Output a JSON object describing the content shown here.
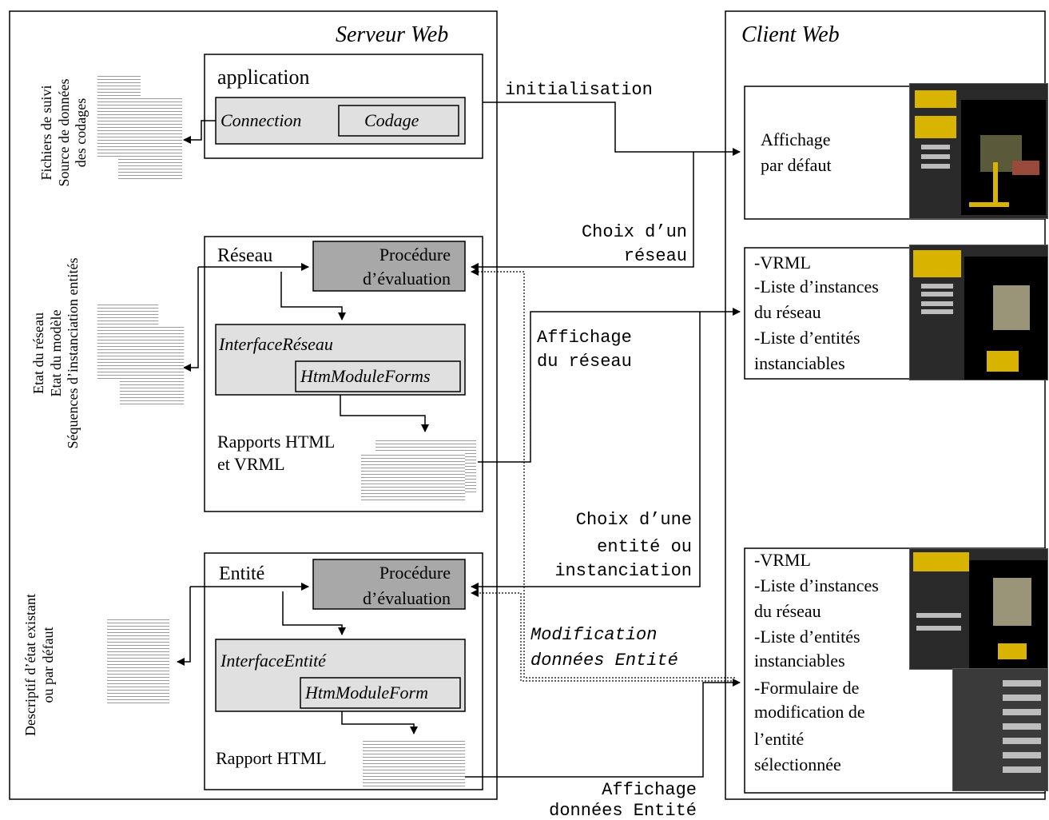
{
  "server": {
    "title": "Serveur Web",
    "application": {
      "label": "application",
      "connection": "Connection",
      "codage": "Codage"
    },
    "reseau": {
      "label": "Réseau",
      "procedure": [
        "Procédure",
        "d’évaluation"
      ],
      "interface": "InterfaceRéseau",
      "module": "HtmModuleForms",
      "reports": [
        "Rapports HTML",
        "et VRML"
      ]
    },
    "entite": {
      "label": "Entité",
      "procedure": [
        "Procédure",
        "d’évaluation"
      ],
      "interface": "InterfaceEntité",
      "module": "HtmModuleForm",
      "report": "Rapport HTML"
    }
  },
  "client": {
    "title": "Client Web",
    "box1": [
      "Affichage",
      "par défaut"
    ],
    "box2": [
      "-VRML",
      "-Liste d’instances",
      "du réseau",
      "-Liste d’entités",
      "instanciables"
    ],
    "box3": [
      "-VRML",
      "-Liste d’instances",
      "du réseau",
      "-Liste d’entités",
      "instanciables",
      "-Formulaire de",
      "modification de",
      "l’entité",
      "sélectionnée"
    ]
  },
  "side_labels": {
    "files": [
      "Fichiers de suivi",
      "Source de données",
      "des codages"
    ],
    "state": [
      "Etat du réseau",
      "Etat du modèle",
      "Séquences d’instanciation entités"
    ],
    "descriptor": [
      "Descriptif d’état existant",
      "ou par défaut"
    ]
  },
  "flows": {
    "init": "initialisation",
    "choix_reseau": [
      "Choix d’un",
      "réseau"
    ],
    "affichage_reseau": [
      "Affichage",
      "du réseau"
    ],
    "choix_entite": [
      "Choix d’une",
      "entité ou",
      "instanciation"
    ],
    "modification": [
      "Modification",
      "données Entité"
    ],
    "affichage_donnees": [
      "Affichage",
      "données Entité"
    ]
  },
  "colors": {
    "box_light": "#e0e0e0",
    "box_dark": "#a8a8a8",
    "stroke": "#000000",
    "screenshot_accent": "#d8b400"
  }
}
